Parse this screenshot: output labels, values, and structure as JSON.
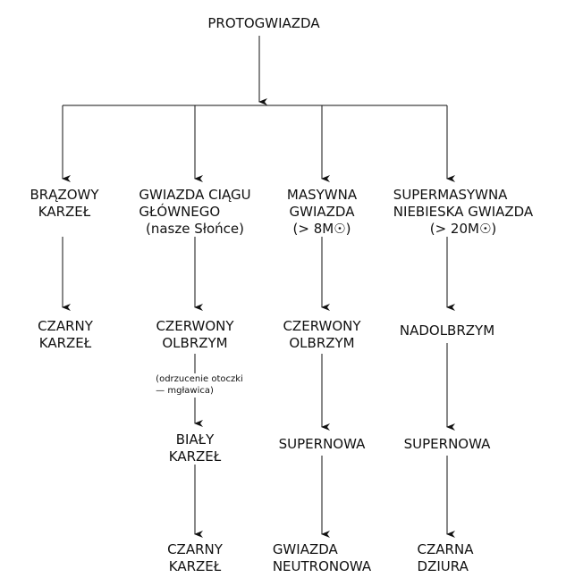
{
  "root": "PROTOGWIAZDA",
  "columns": [
    {
      "start": [
        "BRĄZOWY",
        "KARZEŁ"
      ],
      "stage2": [
        "CZARNY",
        "KARZEŁ"
      ]
    },
    {
      "start": [
        "GWIAZDA CIĄGU",
        "GŁÓWNEGO",
        "(nasze Słońce)"
      ],
      "stage2": [
        "CZERWONY",
        "OLBRZYM"
      ],
      "note": [
        "(odrzucenie otoczki",
        "— mgławica)"
      ],
      "stage3": [
        "BIAŁY",
        "KARZEŁ"
      ],
      "stage4": [
        "CZARNY",
        "KARZEŁ"
      ]
    },
    {
      "start": [
        "MASYWNA",
        "GWIAZDA",
        "(> 8M☉)"
      ],
      "stage2": [
        "CZERWONY",
        "OLBRZYM"
      ],
      "stage3": [
        "SUPERNOWA"
      ],
      "stage4": [
        "GWIAZDA",
        "NEUTRONOWA"
      ]
    },
    {
      "start": [
        "SUPERMASYWNA",
        "NIEBIESKA GWIAZDA",
        "(> 20M☉)"
      ],
      "stage2": [
        "NADOLBRZYM"
      ],
      "stage3": [
        "SUPERNOWA"
      ],
      "stage4": [
        "CZARNA",
        "DZIURA"
      ]
    }
  ]
}
